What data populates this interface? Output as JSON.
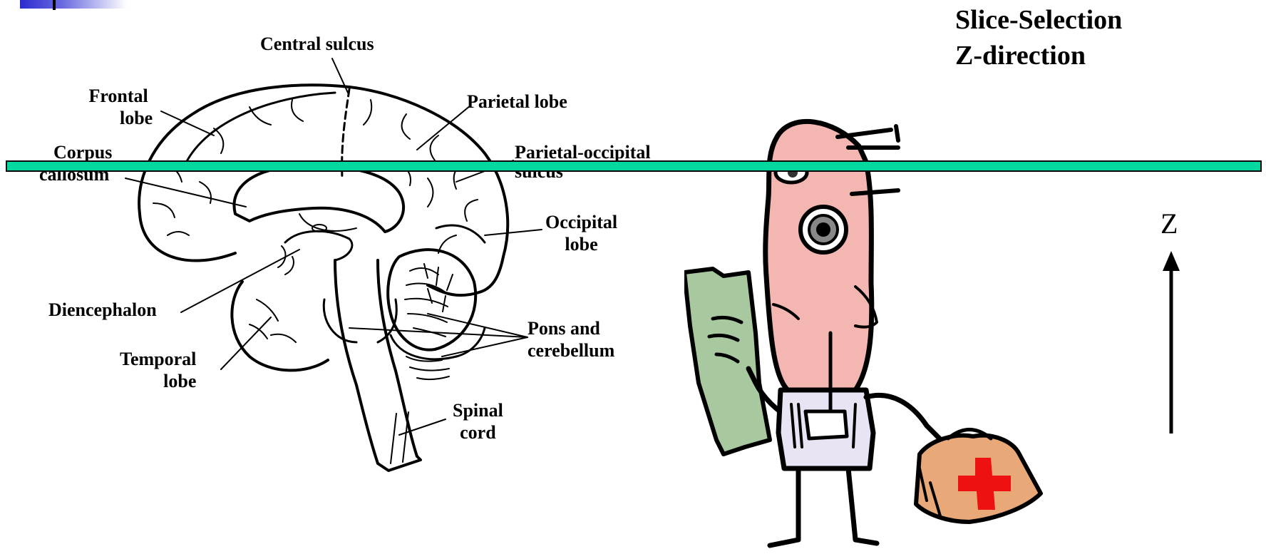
{
  "title": {
    "line1": "Slice-Selection",
    "line2": "Z-direction"
  },
  "axis": {
    "label": "Z"
  },
  "labels": {
    "central_sulcus": "Central sulcus",
    "frontal_lobe": [
      "Frontal",
      "lobe"
    ],
    "parietal_lobe": "Parietal lobe",
    "corpus_callosum": [
      "Corpus",
      "callosum"
    ],
    "parietal_occipital_sulcus": [
      "Parietal-occipital",
      "sulcus"
    ],
    "occipital_lobe": [
      "Occipital",
      "lobe"
    ],
    "diencephalon": "Diencephalon",
    "pons_cerebellum": [
      "Pons and",
      "cerebellum"
    ],
    "temporal_lobe": [
      "Temporal",
      "lobe"
    ],
    "spinal_cord": [
      "Spinal",
      "cord"
    ]
  },
  "colors": {
    "slice_band": "#00d8a0",
    "accent_corner": "#2b2bd0",
    "doctor_face": "#f4b6b0",
    "doctor_clipboard": "#a8c8a0",
    "bag": "#e8a878",
    "bag_cross": "#ee1111"
  },
  "icons": {
    "axis_arrow": "arrow-up-icon",
    "doctor": "doctor-cartoon-icon",
    "medical_bag": "medical-bag-icon"
  }
}
